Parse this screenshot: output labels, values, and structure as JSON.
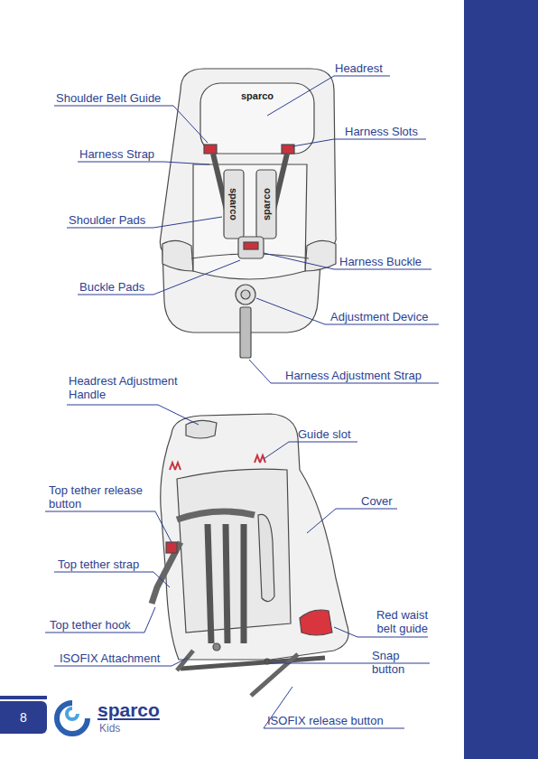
{
  "diagram": {
    "nodes": [
      {
        "text": [
          "8"
        ]
      }
    ],
    "labels": [
      "Headrest",
      "Shoulder Belt Guide",
      "Harness Slots",
      "Harness Strap",
      "Shoulder Pads",
      "Harness Buckle",
      "Buckle Pads",
      "Adjustment Device",
      "Harness Adjustment Strap",
      "Headrest Adjustment Handle",
      "Guide slot",
      "Top tether release button",
      "Cover",
      "Top tether strap",
      "Red waist belt guide",
      "Top tether hook",
      "ISOFIX Attachment",
      "Snap button",
      "ISOFIX release button",
      "sparco",
      "sparco",
      "sparco",
      "sparco",
      "Kids"
    ]
  }
}
